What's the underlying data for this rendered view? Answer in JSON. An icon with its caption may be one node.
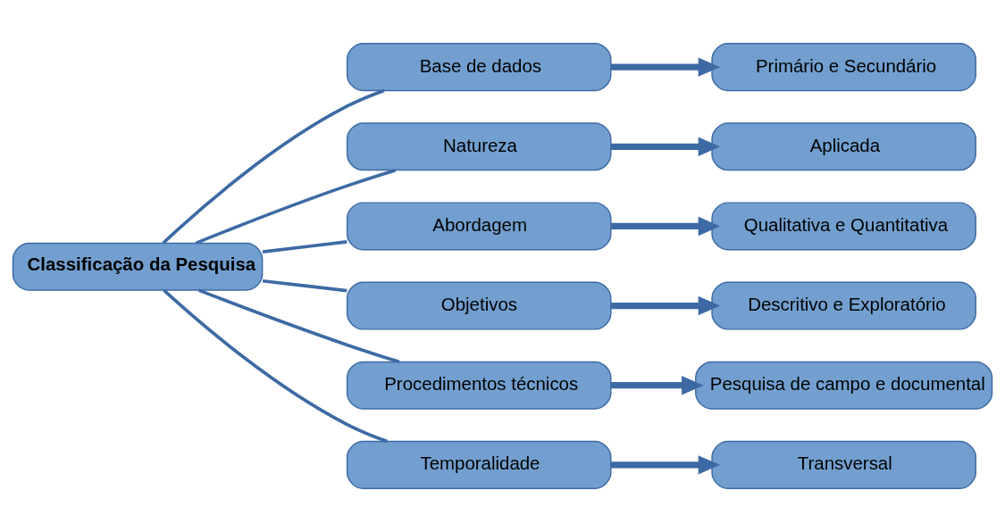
{
  "diagram": {
    "nodes": [
      {
        "text": [
          "Classificação da Pesquisa"
        ]
      },
      {
        "text": [
          "Base de dados"
        ]
      },
      {
        "text": [
          "Primário e Secundário"
        ]
      },
      {
        "text": [
          "Natureza"
        ]
      },
      {
        "text": [
          "Aplicada"
        ]
      },
      {
        "text": [
          "Abordagem"
        ]
      },
      {
        "text": [
          "Qualitativa e Quantitativa"
        ]
      },
      {
        "text": [
          "Objetivos"
        ]
      },
      {
        "text": [
          "Descritivo e Exploratório"
        ]
      },
      {
        "text": [
          "Procedimentos técnicos"
        ]
      },
      {
        "text": [
          "Pesquisa de campo e documental"
        ]
      },
      {
        "text": [
          "Temporalidade"
        ]
      },
      {
        "text": [
          "Transversal"
        ]
      }
    ],
    "edges": [
      {
        "from": 0,
        "to": 1,
        "arrow": "none"
      },
      {
        "from": 0,
        "to": 3,
        "arrow": "none"
      },
      {
        "from": 0,
        "to": 5,
        "arrow": "none"
      },
      {
        "from": 0,
        "to": 7,
        "arrow": "none"
      },
      {
        "from": 0,
        "to": 9,
        "arrow": "none"
      },
      {
        "from": 0,
        "to": 11,
        "arrow": "none"
      },
      {
        "from": 1,
        "to": 2,
        "arrow": "to",
        "style": "thick"
      },
      {
        "from": 3,
        "to": 4,
        "arrow": "to",
        "style": "thick"
      },
      {
        "from": 5,
        "to": 6,
        "arrow": "to",
        "style": "thick"
      },
      {
        "from": 7,
        "to": 8,
        "arrow": "to",
        "style": "thick"
      },
      {
        "from": 9,
        "to": 10,
        "arrow": "to",
        "style": "thick"
      },
      {
        "from": 11,
        "to": 12,
        "arrow": "to",
        "style": "thick"
      }
    ]
  }
}
